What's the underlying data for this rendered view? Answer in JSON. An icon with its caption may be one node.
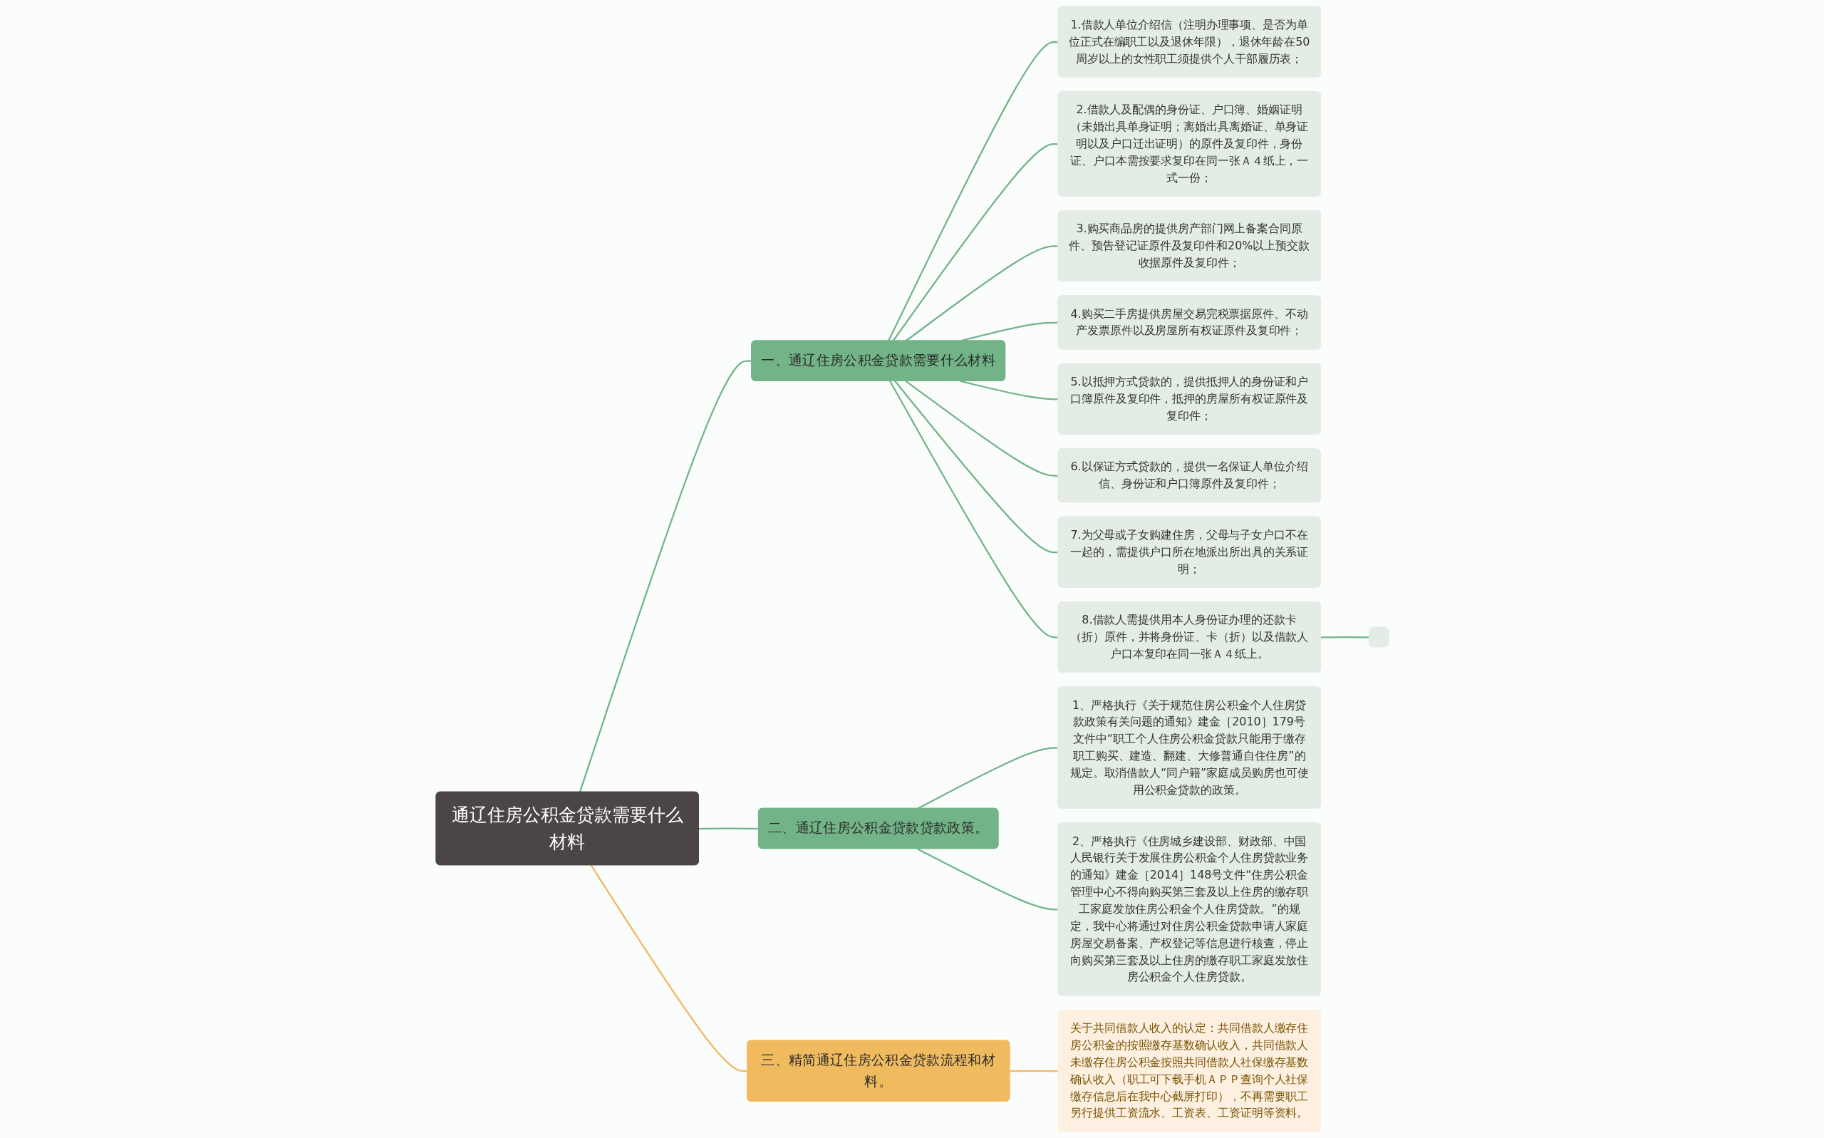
{
  "diagram": {
    "nodes": [
      {
        "text": [
          "通辽住房公积金贷款需要什么材料"
        ]
      },
      {
        "text": [
          "一、通辽住房公积金贷款需要什么材料"
        ]
      },
      {
        "text": [
          "1.借款人单位介绍信（注明办理事项、是否为单位正式在编职工以及退休年限），退休年龄在50周岁以上的女性职工须提供个人干部履历表；"
        ]
      },
      {
        "text": [
          "2.借款人及配偶的身份证、户口簿、婚姻证明（未婚出具单身证明；离婚出具离婚证、单身证明以及户口迁出证明）的原件及复印件，身份证、户口本需按要求复印在同一张Ａ４纸上，一式一份；"
        ]
      },
      {
        "text": [
          "3.购买商品房的提供房产部门网上备案合同原件、预告登记证原件及复印件和20%以上预交款收据原件及复印件；"
        ]
      },
      {
        "text": [
          "4.购买二手房提供房屋交易完税票据原件、不动产发票原件以及房屋所有权证原件及复印件；"
        ]
      },
      {
        "text": [
          "5.以抵押方式贷款的，提供抵押人的身份证和户口簿原件及复印件，抵押的房屋所有权证原件及复印件；"
        ]
      },
      {
        "text": [
          "6.以保证方式贷款的，提供一名保证人单位介绍信、身份证和户口簿原件及复印件；"
        ]
      },
      {
        "text": [
          "7.为父母或子女购建住房，父母与子女户口不在一起的，需提供户口所在地派出所出具的关系证明；"
        ]
      },
      {
        "text": [
          "8.借款人需提供用本人身份证办理的还款卡（折）原件，并将身份证、卡（折）以及借款人户口本复印在同一张Ａ４纸上。"
        ]
      },
      {
        "text": [],
        "shape": "box"
      },
      {
        "text": [
          "二、通辽住房公积金贷款贷款政策。"
        ]
      },
      {
        "text": [
          "1、严格执行《关于规范住房公积金个人住房贷款政策有关问题的通知》建金［2010］179号文件中“职工个人住房公积金贷款只能用于缴存职工购买、建造、翻建、大修普通自住住房”的规定。取消借款人“同户籍”家庭成员购房也可使用公积金贷款的政策。"
        ]
      },
      {
        "text": [
          "2、严格执行《住房城乡建设部、财政部、中国人民银行关于发展住房公积金个人住房贷款业务的通知》建金［2014］148号文件“住房公积金管理中心不得向购买第三套及以上住房的缴存职工家庭发放住房公积金个人住房贷款。”的规定，我中心将通过对住房公积金贷款申请人家庭房屋交易备案、产权登记等信息进行核查，停止向购买第三套及以上住房的缴存职工家庭发放住房公积金个人住房贷款。"
        ]
      },
      {
        "text": [
          "三、精简通辽住房公积金贷款流程和材料。"
        ]
      },
      {
        "text": [
          "关于共同借款人收入的认定：共同借款人缴存住房公积金的按照缴存基数确认收入，共同借款人未缴存住房公积金按照共同借款人社保缴存基数确认收入（职工可下载手机ＡＰＰ查询个人社保缴存信息后在我中心截屏打印），不再需要职工另行提供工资流水、工资表、工资证明等资料。"
        ]
      }
    ],
    "edges": [
      {
        "from": 0,
        "to": 1,
        "arrow": "none"
      },
      {
        "from": 1,
        "to": 2,
        "arrow": "none"
      },
      {
        "from": 1,
        "to": 3,
        "arrow": "none"
      },
      {
        "from": 1,
        "to": 4,
        "arrow": "none"
      },
      {
        "from": 1,
        "to": 5,
        "arrow": "none"
      },
      {
        "from": 1,
        "to": 6,
        "arrow": "none"
      },
      {
        "from": 1,
        "to": 7,
        "arrow": "none"
      },
      {
        "from": 1,
        "to": 8,
        "arrow": "none"
      },
      {
        "from": 1,
        "to": 9,
        "arrow": "none"
      },
      {
        "from": 9,
        "to": 10,
        "arrow": "none"
      },
      {
        "from": 0,
        "to": 11,
        "arrow": "none"
      },
      {
        "from": 11,
        "to": 12,
        "arrow": "none"
      },
      {
        "from": 11,
        "to": 13,
        "arrow": "none"
      },
      {
        "from": 0,
        "to": 14,
        "arrow": "none",
        "color": "#efb85c"
      },
      {
        "from": 14,
        "to": 15,
        "arrow": "none",
        "color": "#efb85c"
      }
    ]
  }
}
